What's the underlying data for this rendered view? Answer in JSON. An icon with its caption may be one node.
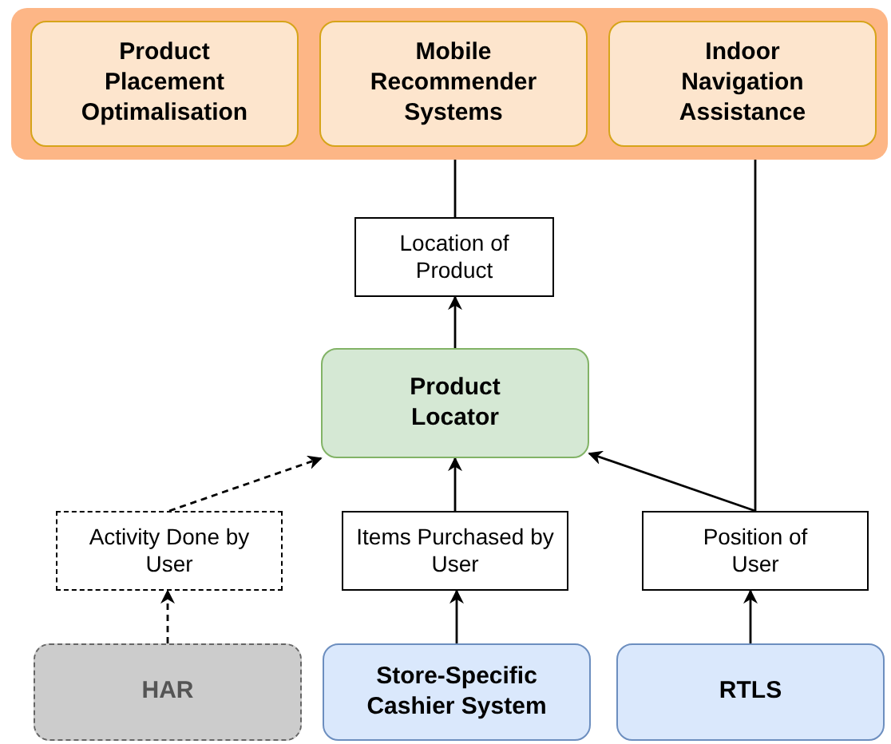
{
  "diagram": {
    "nodes": [
      {
        "text": [],
        "shape": "box"
      },
      {
        "text": [
          "Product Placement Optimalisation"
        ],
        "in": 0
      },
      {
        "text": [
          "Mobile Recommender Systems"
        ],
        "in": 0
      },
      {
        "text": [
          "Indoor Navigation Assistance"
        ],
        "in": 0
      },
      {
        "text": [
          "Location of Product"
        ]
      },
      {
        "text": [
          "Product Locator"
        ]
      },
      {
        "text": [
          "Activity Done by User"
        ]
      },
      {
        "text": [
          "Items Purchased by User"
        ]
      },
      {
        "text": [
          "Position of User"
        ]
      },
      {
        "text": [
          "HAR"
        ]
      },
      {
        "text": [
          "Store-Specific Cashier System"
        ]
      },
      {
        "text": [
          "RTLS"
        ]
      }
    ],
    "edges": [
      {
        "from": 4,
        "to": 2,
        "arrow": "to"
      },
      {
        "from": 5,
        "to": 4,
        "arrow": "to"
      },
      {
        "from": 6,
        "to": 5,
        "arrow": "to",
        "style": "dashed"
      },
      {
        "from": 7,
        "to": 5,
        "arrow": "to"
      },
      {
        "from": 8,
        "to": 5,
        "arrow": "to"
      },
      {
        "from": 8,
        "to": 3,
        "arrow": "to"
      },
      {
        "from": 9,
        "to": 6,
        "arrow": "to",
        "style": "dashed"
      },
      {
        "from": 10,
        "to": 7,
        "arrow": "to"
      },
      {
        "from": 11,
        "to": 8,
        "arrow": "to"
      }
    ]
  }
}
